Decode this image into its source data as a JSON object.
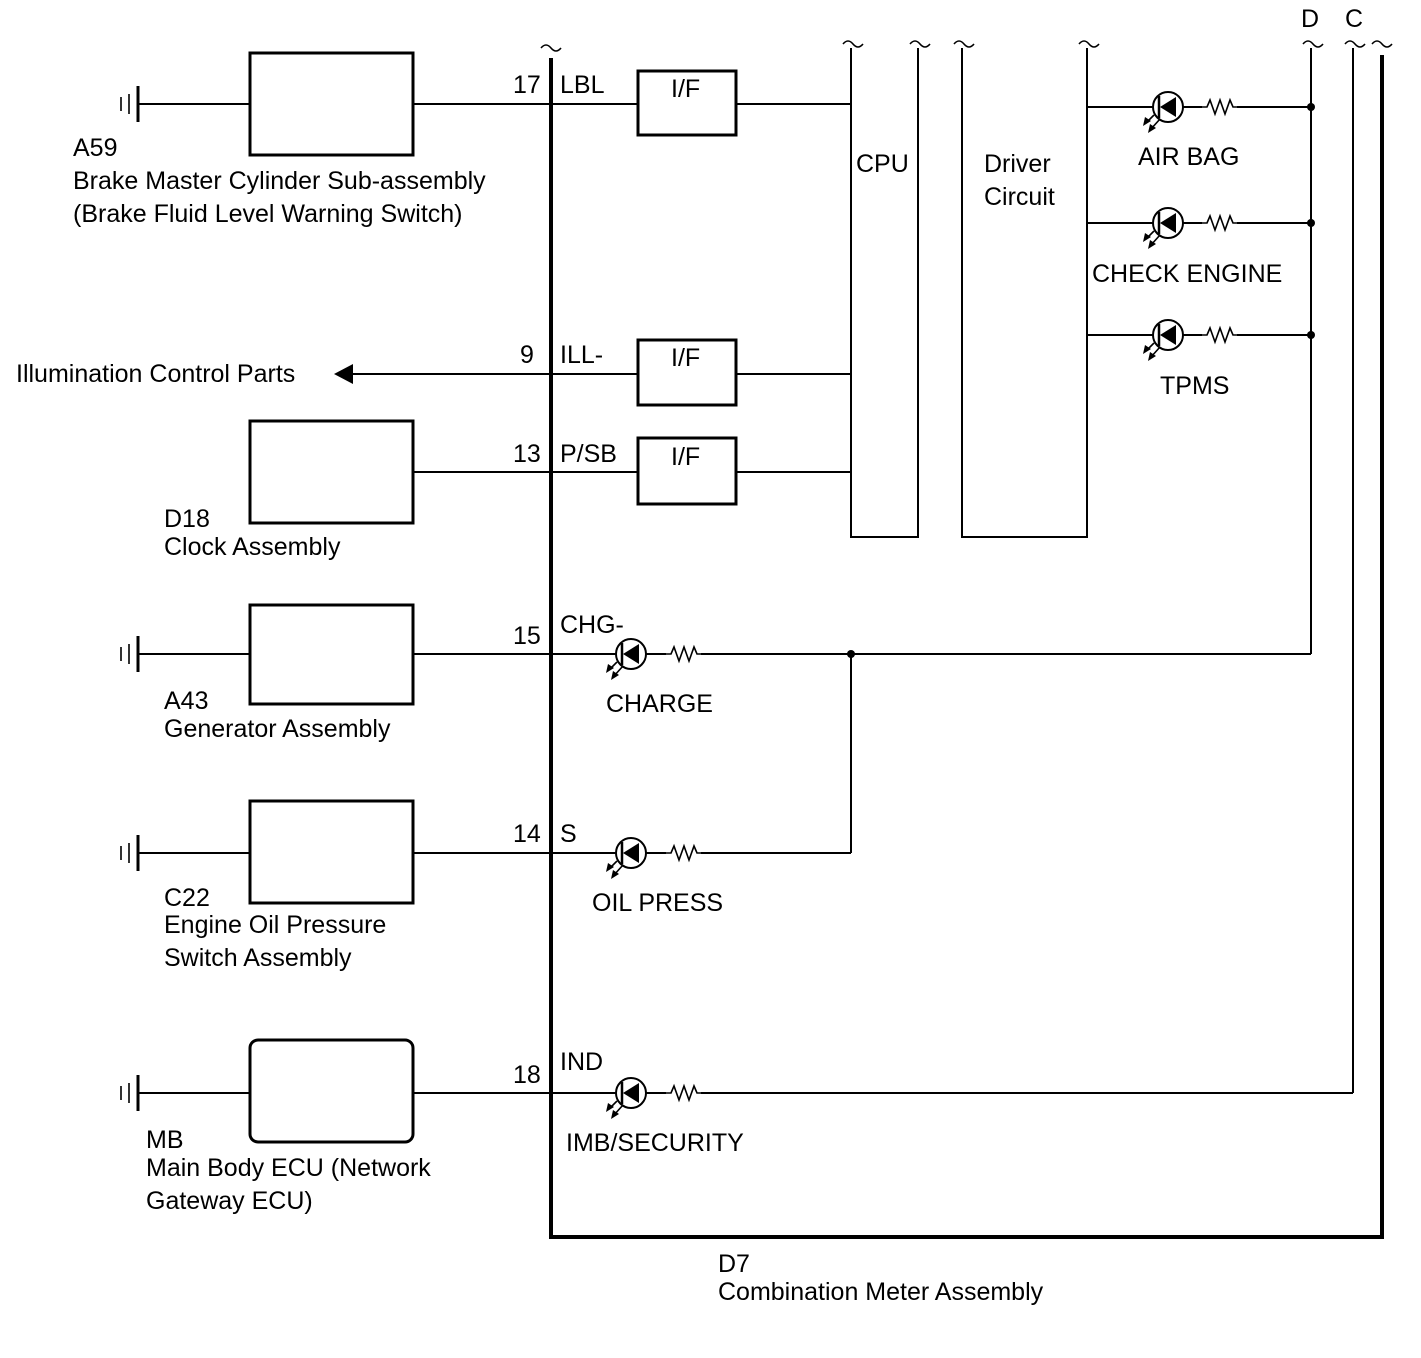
{
  "components": {
    "brake_master": {
      "code": "A59",
      "name_line1": "Brake Master Cylinder Sub-assembly",
      "name_line2": "(Brake Fluid Level Warning Switch)"
    },
    "illumination": {
      "name": "Illumination Control Parts"
    },
    "clock": {
      "code": "D18",
      "name_line1": "Clock Assembly"
    },
    "generator": {
      "code": "A43",
      "name_line1": "Generator Assembly"
    },
    "oil_pressure": {
      "code": "C22",
      "name_line1": "Engine Oil Pressure",
      "name_line2": "Switch Assembly"
    },
    "main_body_ecu": {
      "code": "MB",
      "name_line1": "Main Body ECU (Network",
      "name_line2": "Gateway ECU)"
    },
    "combination_meter": {
      "code": "D7",
      "name_line1": "Combination Meter Assembly"
    }
  },
  "pins": [
    {
      "number": "17",
      "name": "LBL"
    },
    {
      "number": "9",
      "name": "ILL-"
    },
    {
      "number": "13",
      "name": "P/SB"
    },
    {
      "number": "15",
      "name": "CHG-"
    },
    {
      "number": "14",
      "name": "S"
    },
    {
      "number": "18",
      "name": "IND"
    }
  ],
  "internal": {
    "interface_label": "I/F",
    "cpu_label": "CPU",
    "driver_line1": "Driver",
    "driver_line2": "Circuit"
  },
  "indicators": {
    "air_bag": "AIR BAG",
    "check_engine": "CHECK ENGINE",
    "tpms": "TPMS",
    "charge": "CHARGE",
    "oil_press": "OIL PRESS",
    "imb_security": "IMB/SECURITY"
  },
  "continuation": {
    "d": "D",
    "c": "C"
  }
}
